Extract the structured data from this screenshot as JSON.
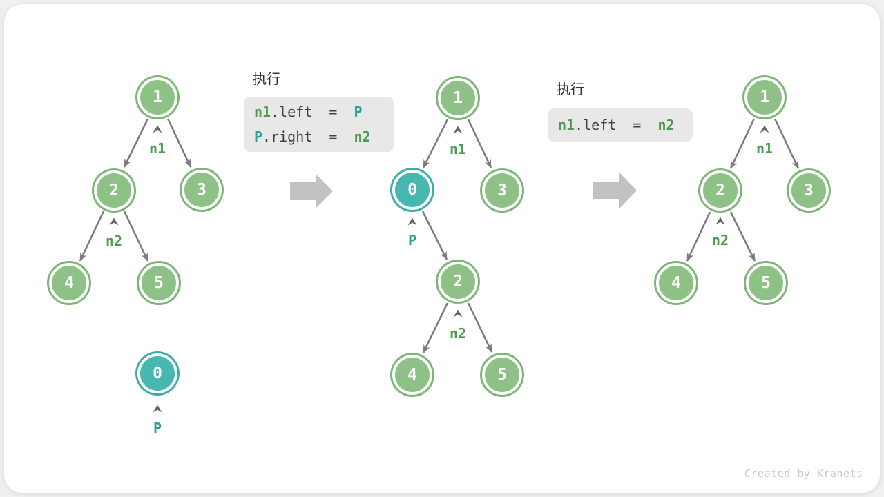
{
  "theme": {
    "node_green_fill": "#8dc186",
    "node_green_ring": "#7cb677",
    "node_teal_fill": "#47b8b0",
    "node_teal_ring": "#3bafa6",
    "edge_color": "#7d7d7d",
    "label_green": "#4c9b50",
    "label_teal": "#2aa198",
    "code_background": "#e8e8e8",
    "code_text": "#3b4045",
    "big_arrow": "#c2c2c2",
    "card_background": "#ffffff"
  },
  "step1": {
    "caption": "执行",
    "code": {
      "line1": {
        "seg1": "n1",
        "seg2": ".left  =  ",
        "seg3": "P"
      },
      "line2": {
        "seg1": "P",
        "seg2": ".right  =  ",
        "seg3": "n2"
      }
    }
  },
  "step2": {
    "caption": "执行",
    "code": {
      "line1": {
        "seg1": "n1",
        "seg2": ".left  =  ",
        "seg3": "n2"
      }
    }
  },
  "tree_initial": {
    "node1": "1",
    "node2": "2",
    "node3": "3",
    "node4": "4",
    "node5": "5",
    "node0": "0",
    "label_n1": "n1",
    "label_n2": "n2",
    "label_p": "P"
  },
  "tree_mid": {
    "node1": "1",
    "node0": "0",
    "node3": "3",
    "node2": "2",
    "node4": "4",
    "node5": "5",
    "label_n1": "n1",
    "label_p": "P",
    "label_n2": "n2"
  },
  "tree_final": {
    "node1": "1",
    "node2": "2",
    "node3": "3",
    "node4": "4",
    "node5": "5",
    "label_n1": "n1",
    "label_n2": "n2"
  },
  "watermark": "Created by Krahets"
}
